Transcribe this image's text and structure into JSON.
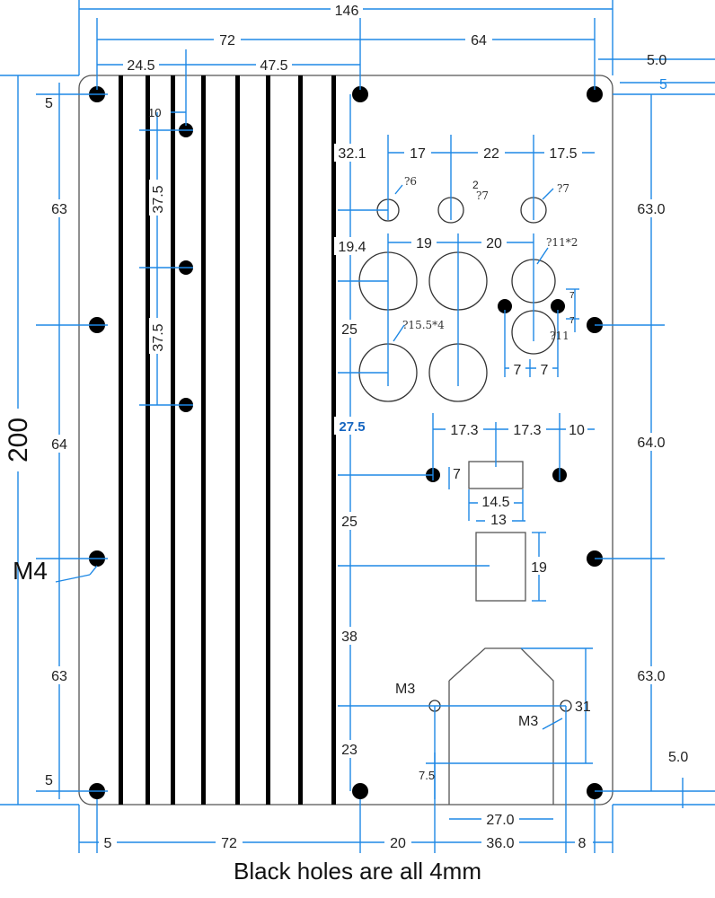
{
  "overall": {
    "width": "146",
    "height": "200"
  },
  "top_dims": {
    "left": "72",
    "right": "64",
    "fin_start": "24.5",
    "fin_span": "47.5"
  },
  "right_offsets": {
    "outer": "5.0",
    "inner": "5"
  },
  "left_dims": {
    "top_margin": "5",
    "seg1": "63",
    "seg2": "64",
    "seg3": "63",
    "bottom_margin": "5"
  },
  "fin_dims": {
    "offset": "10",
    "spacing1": "37.5",
    "spacing2": "37.5"
  },
  "right_dims": {
    "seg1": "63.0",
    "seg2": "64.0",
    "seg3": "63.0",
    "bottom": "5.0"
  },
  "inner_dims": {
    "d32": "32.1",
    "d17": "17",
    "d22": "22",
    "d17_5": "17.5",
    "d19_4": "19.4",
    "d19": "19",
    "d20": "20",
    "d25a": "25",
    "d27_5": "27.5",
    "d17_3a": "17.3",
    "d17_3b": "17.3",
    "d10": "10",
    "d7a": "7",
    "d14_5": "14.5",
    "d13": "13",
    "d25b": "25",
    "d19b": "19",
    "d38": "38",
    "d31": "31",
    "d23": "23",
    "d7_5": "7.5",
    "d27": "27.0",
    "d7b": "7",
    "d7c": "7",
    "small7a": "7",
    "small7b": "7",
    "tiny2": "2"
  },
  "hole_labels": {
    "q6": "?6",
    "q7a": "?7",
    "q7b": "?7",
    "q11x2": "?11*2",
    "q11": "?11",
    "q15x4": "?15.5*4"
  },
  "thread_labels": {
    "m4": "M4",
    "m3a": "M3",
    "m3b": "M3"
  },
  "bottom_dims": {
    "b5": "5",
    "b72": "72",
    "b20": "20",
    "b36": "36.0",
    "b8": "8"
  },
  "caption": "Black holes are all 4mm"
}
